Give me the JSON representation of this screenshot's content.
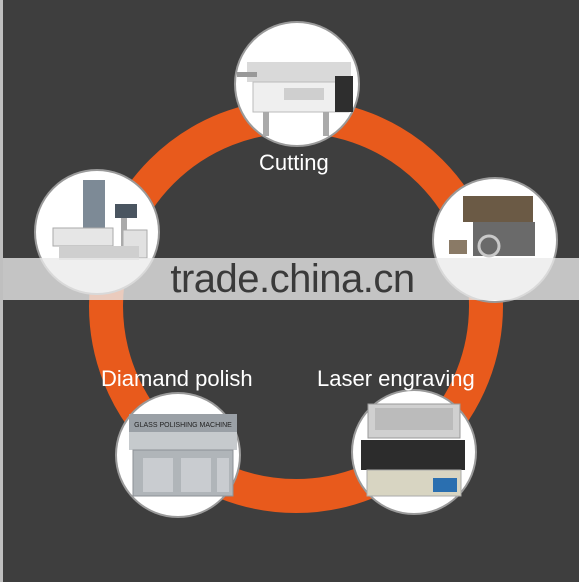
{
  "steps": [
    {
      "label": "Cutting",
      "icon": "sliding-table-saw-icon"
    },
    {
      "label": "Laser engraving",
      "icon": "laser-engraver-icon"
    },
    {
      "label": "Diamand polish",
      "icon": "polishing-machine-icon"
    }
  ],
  "watermark": "trade.china.cn",
  "polishing_machine_text": "GLASS POLISHING MACHINE",
  "colors": {
    "ring": "#e85a1c",
    "background": "#3e3e3e",
    "label": "#ffffff"
  }
}
